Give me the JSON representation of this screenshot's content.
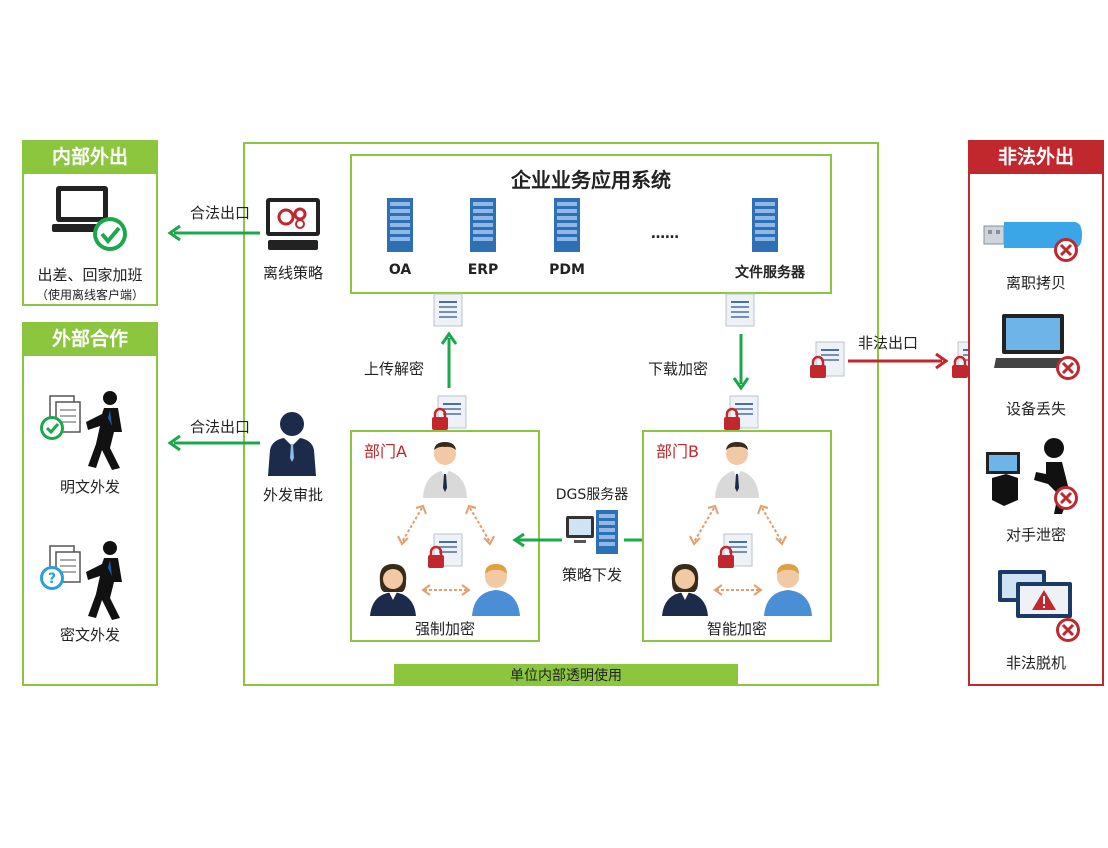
{
  "left": {
    "internal": {
      "title": "内部外出",
      "caption": "出差、回家加班",
      "sub_caption": "（使用离线客户端）"
    },
    "external": {
      "title": "外部合作",
      "plain_label": "明文外发",
      "cipher_label": "密文外发"
    }
  },
  "center": {
    "app_system": {
      "title": "企业业务应用系统",
      "servers": [
        "OA",
        "ERP",
        "PDM",
        "文件服务器"
      ],
      "ellipsis": "……"
    },
    "offline_policy": "离线策略",
    "approval": "外发审批",
    "legal_exit_1": "合法出口",
    "legal_exit_2": "合法出口",
    "upload_decrypt": "上传解密",
    "download_encrypt": "下载加密",
    "dept_a": {
      "title": "部门A",
      "caption": "强制加密"
    },
    "dept_b": {
      "title": "部门B",
      "caption": "智能加密"
    },
    "dgs_server": "DGS服务器",
    "policy_push": "策略下发",
    "footer": "单位内部透明使用"
  },
  "right": {
    "title": "非法外出",
    "illegal_exit": "非法出口",
    "items": [
      "离职拷贝",
      "设备丢失",
      "对手泄密",
      "非法脱机"
    ]
  },
  "colors": {
    "green": "#8cc63f",
    "arrow_green": "#1aa84a",
    "red": "#c0282d",
    "server_blue": "#2f6fb3"
  }
}
